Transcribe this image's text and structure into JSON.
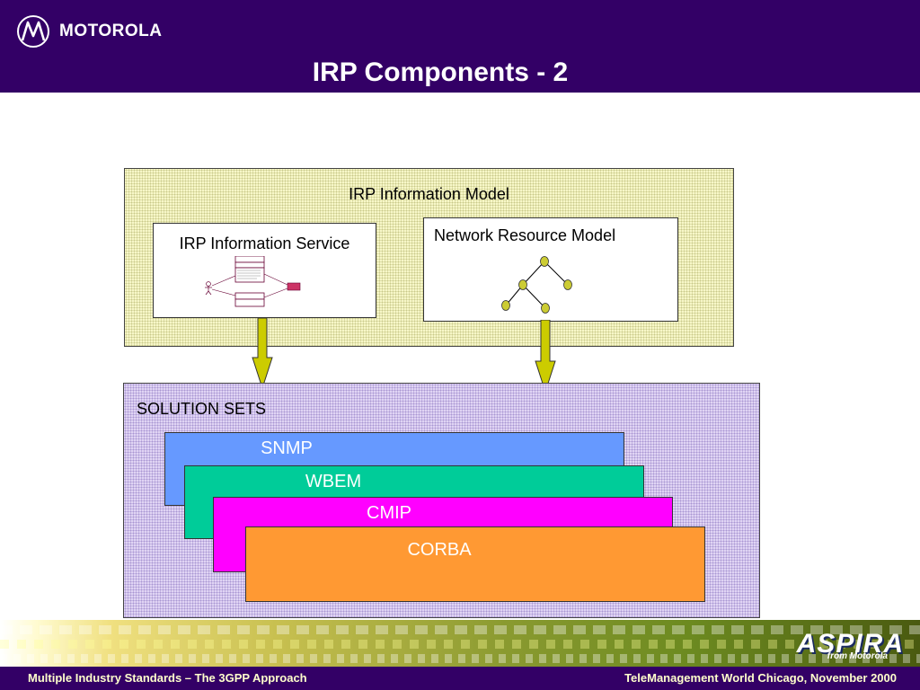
{
  "header": {
    "brand": "MOTOROLA",
    "title": "IRP Components - 2"
  },
  "diagram": {
    "info_model_label": "IRP Information Model",
    "irp_service_label": "IRP Information Service",
    "nrm_label": "Network Resource Model",
    "solution_sets_label": "SOLUTION SETS",
    "solution_sets": [
      "SNMP",
      "WBEM",
      "CMIP",
      "CORBA"
    ]
  },
  "branding": {
    "logo": "ASPIRA",
    "logo_sub": "from Motorola"
  },
  "footer": {
    "left": "Multiple Industry Standards – The 3GPP Approach",
    "right": "TeleManagement World Chicago, November 2000"
  },
  "colors": {
    "header_bg": "#330066",
    "arrow_fill": "#cccc00",
    "node_fill": "#cccc33",
    "snmp": "#6699ff",
    "wbem": "#00cc99",
    "cmip": "#ff00ff",
    "corba": "#ff9933"
  }
}
